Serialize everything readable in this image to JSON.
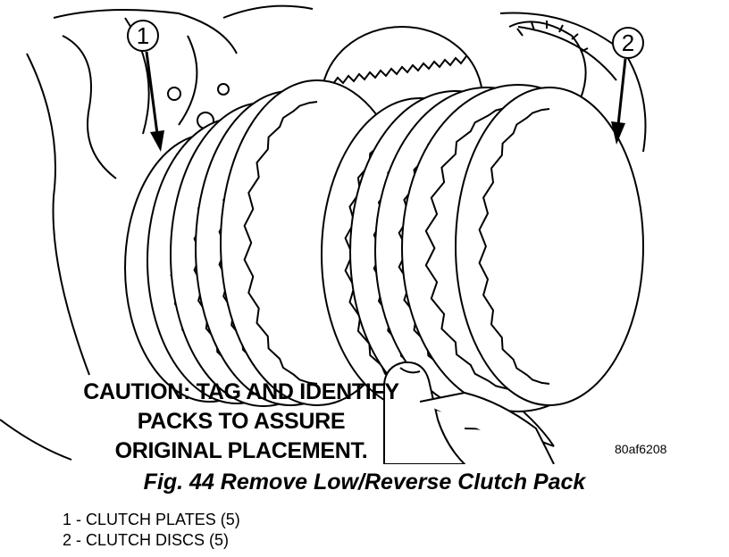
{
  "callouts": [
    "1",
    "2"
  ],
  "caution": {
    "line1": "CAUTION: TAG AND IDENTIFY",
    "line2": "PACKS TO ASSURE",
    "line3": "ORIGINAL PLACEMENT."
  },
  "figure_id": "80af6208",
  "caption": "Fig. 44 Remove Low/Reverse Clutch Pack",
  "legend": [
    "1 - CLUTCH PLATES (5)",
    "2 - CLUTCH DISCS (5)"
  ]
}
